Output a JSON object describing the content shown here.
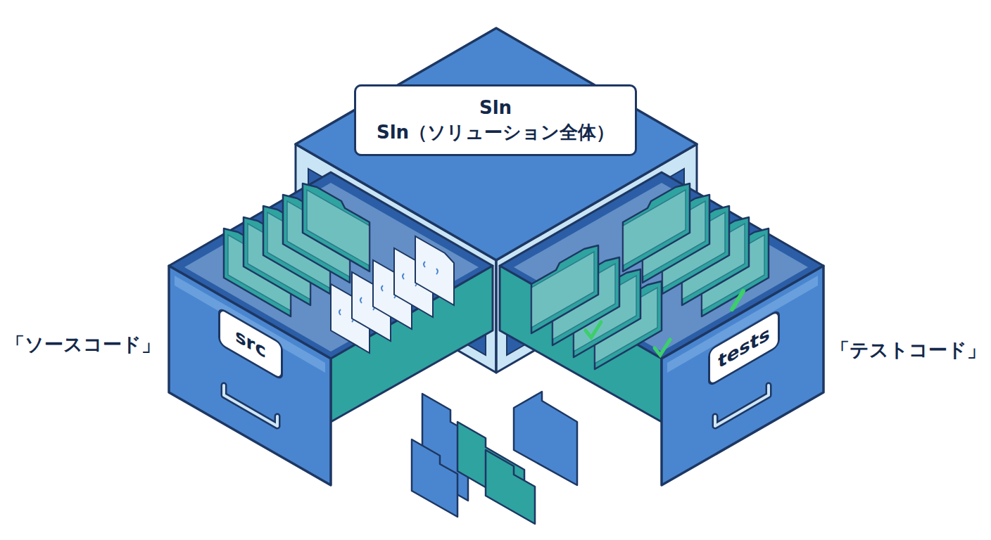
{
  "diagram": {
    "nodes": [
      {
        "text": [
          "Sln",
          "Sln（ソリューション全体）"
        ]
      },
      {
        "text": [
          "src"
        ]
      },
      {
        "text": [
          "tests"
        ]
      }
    ],
    "labels": [
      "「ソースコード」",
      "「テストコード」"
    ]
  }
}
